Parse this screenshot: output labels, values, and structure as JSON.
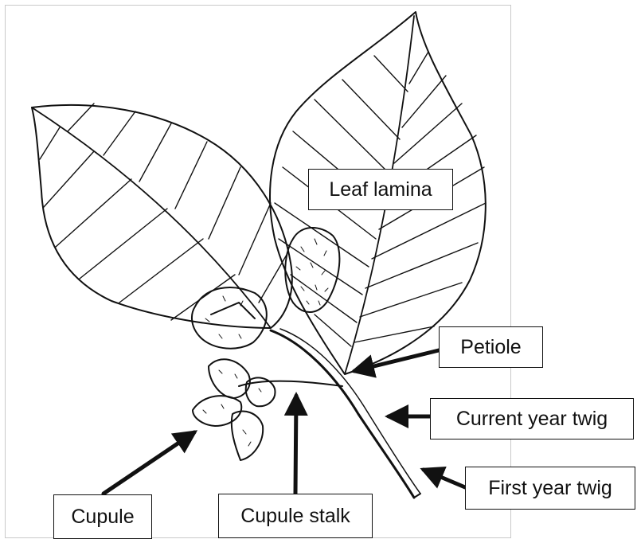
{
  "labels": {
    "leaf_lamina": "Leaf lamina",
    "petiole": "Petiole",
    "current_year_twig": "Current year twig",
    "first_year_twig": "First year twig",
    "cupule": "Cupule",
    "cupule_stalk": "Cupule stalk"
  },
  "colors": {
    "ink": "#111111",
    "background": "#ffffff",
    "frame": "#c9c9c9"
  }
}
